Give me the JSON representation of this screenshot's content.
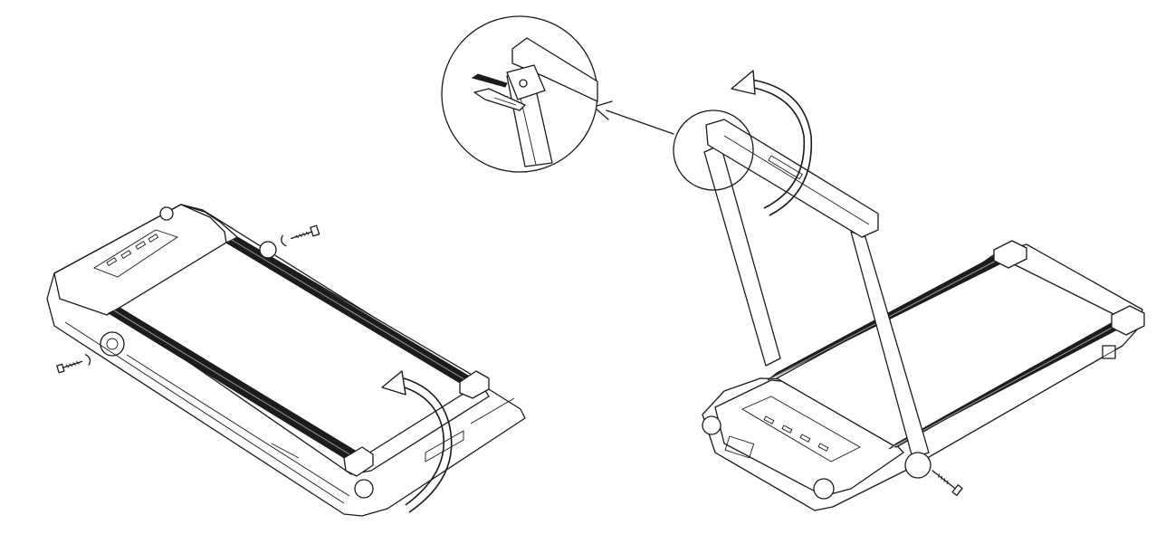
{
  "figure": {
    "type": "treadmill-unfolding-assembly-illustration",
    "panels": [
      "folded-treadmill",
      "unfolded-treadmill-with-upright",
      "detail-callout-magnifier"
    ],
    "colors": {
      "line": "#1a1a1a",
      "belt": "#1c1c1c",
      "background": "#ffffff"
    },
    "icons": [
      "rotate-arrow-icon",
      "screw-icon",
      "pointer-arrow-icon",
      "magnifier-icon"
    ]
  }
}
